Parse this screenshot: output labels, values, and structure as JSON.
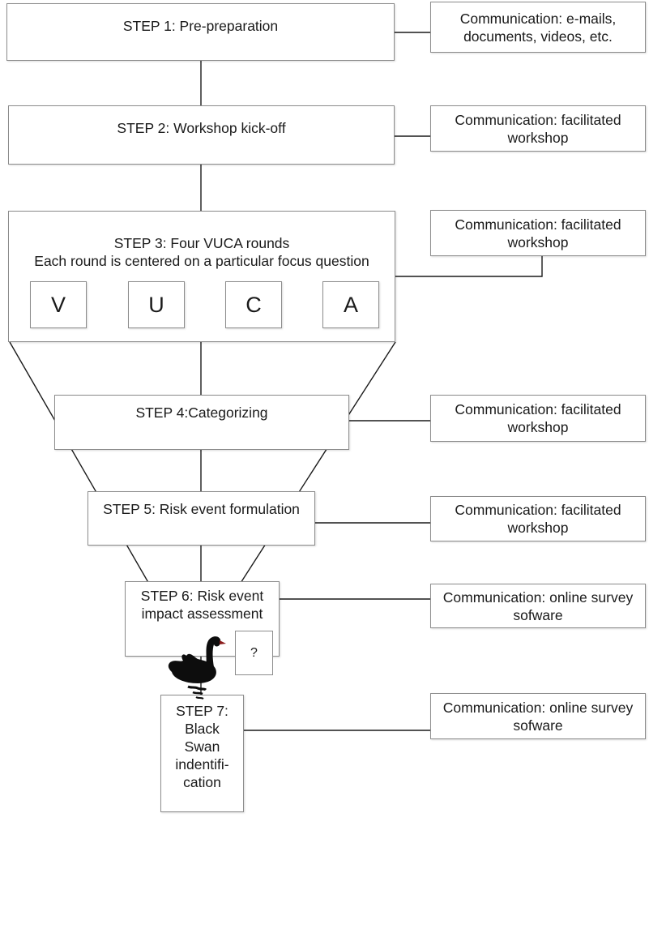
{
  "steps": {
    "step1": "STEP 1: Pre-preparation",
    "step2": "STEP 2: Workshop kick-off",
    "step3_line1": "STEP 3: Four VUCA rounds",
    "step3_line2": "Each round is centered on a particular focus question",
    "vuca": [
      "V",
      "U",
      "C",
      "A"
    ],
    "step4": "STEP 4:Categorizing",
    "step5": "STEP 5: Risk event formulation",
    "step6_line1": "STEP 6: Risk event",
    "step6_line2": "impact assessment",
    "step7_lines": [
      "STEP 7:",
      "Black",
      "Swan",
      "indentifi-",
      "cation"
    ]
  },
  "communication": [
    {
      "line1": "Communication: e-mails,",
      "line2": "documents, videos, etc."
    },
    {
      "line1": "Communication: facilitated",
      "line2": "workshop"
    },
    {
      "line1": "Communication: facilitated",
      "line2": "workshop"
    },
    {
      "line1": "Communication: facilitated",
      "line2": "workshop"
    },
    {
      "line1": "Communication: facilitated",
      "line2": "workshop"
    },
    {
      "line1": "Communication: online survey",
      "line2": "sofware"
    },
    {
      "line1": "Communication: online survey",
      "line2": "sofware"
    }
  ],
  "unknown_marker": "?",
  "icons": {
    "swan": "black-swan-icon"
  }
}
